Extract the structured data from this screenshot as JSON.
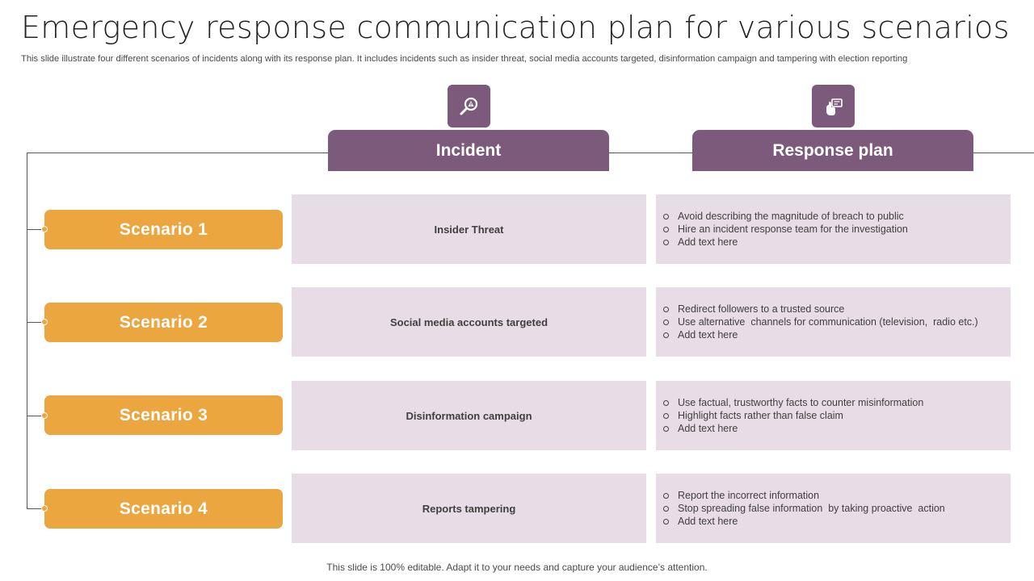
{
  "title": "Emergency response communication plan for various scenarios",
  "subtitle": "This slide illustrate four different scenarios of incidents along with its response plan. It includes incidents such as insider threat, social media accounts targeted, disinformation campaign and tampering with election reporting",
  "icons": {
    "incident": "magnifier-alert-icon",
    "response": "hand-card-icon"
  },
  "headers": {
    "incident": "Incident",
    "response": "Response plan"
  },
  "colors": {
    "purple": "#7c5a7b",
    "orange": "#eba63f",
    "lilac": "#e8dde6"
  },
  "scenarios": [
    {
      "label": "Scenario 1",
      "incident": "Insider Threat",
      "response": [
        "Avoid describing the magnitude of breach to public",
        "Hire an incident response team for the investigation",
        "Add text here"
      ]
    },
    {
      "label": "Scenario 2",
      "incident": "Social media accounts targeted",
      "response": [
        "Redirect followers to a trusted source",
        "Use alternative  channels for communication (television,  radio etc.)",
        "Add text here"
      ]
    },
    {
      "label": "Scenario 3",
      "incident": "Disinformation campaign",
      "response": [
        "Use factual, trustworthy facts to counter misinformation",
        "Highlight facts rather than false claim",
        "Add text here"
      ]
    },
    {
      "label": "Scenario 4",
      "incident": "Reports tampering",
      "response": [
        "Report the incorrect information",
        "Stop spreading false information  by taking proactive  action",
        "Add text here"
      ]
    }
  ],
  "footer": "This slide is 100% editable. Adapt it to your needs and capture your audience’s attention."
}
